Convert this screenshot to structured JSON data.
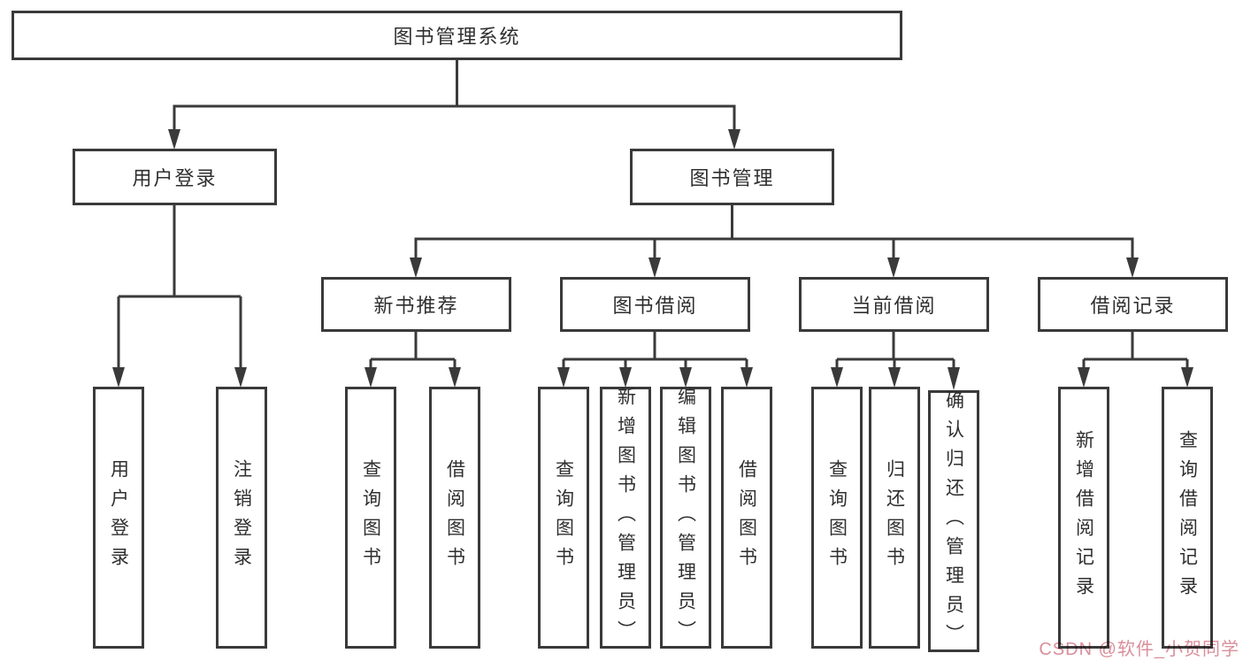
{
  "diagram": {
    "root": {
      "label": "图书管理系统"
    },
    "level2": [
      {
        "id": "user-login",
        "label": "用户登录"
      },
      {
        "id": "book-mgmt",
        "label": "图书管理"
      }
    ],
    "level3": [
      {
        "id": "new-book",
        "label": "新书推荐",
        "parent": "图书管理"
      },
      {
        "id": "book-borrow",
        "label": "图书借阅",
        "parent": "图书管理"
      },
      {
        "id": "current-borrow",
        "label": "当前借阅",
        "parent": "图书管理"
      },
      {
        "id": "borrow-record",
        "label": "借阅记录",
        "parent": "图书管理"
      }
    ],
    "leaves": [
      {
        "parent": "用户登录",
        "label": "用户登录"
      },
      {
        "parent": "用户登录",
        "label": "注销登录"
      },
      {
        "parent": "新书推荐",
        "label": "查询图书"
      },
      {
        "parent": "新书推荐",
        "label": "借阅图书"
      },
      {
        "parent": "图书借阅",
        "label": "查询图书"
      },
      {
        "parent": "图书借阅",
        "label": "新增图书（管理员）"
      },
      {
        "parent": "图书借阅",
        "label": "编辑图书（管理员）"
      },
      {
        "parent": "图书借阅",
        "label": "借阅图书"
      },
      {
        "parent": "当前借阅",
        "label": "查询图书"
      },
      {
        "parent": "当前借阅",
        "label": "归还图书"
      },
      {
        "parent": "当前借阅",
        "label": "确认归还（管理员）"
      },
      {
        "parent": "借阅记录",
        "label": "新增借阅记录"
      },
      {
        "parent": "借阅记录",
        "label": "查询借阅记录"
      }
    ],
    "watermark": {
      "text": "CSDN @软件_小贺同学",
      "color": "#d98f9b"
    },
    "colors": {
      "line": "#3a3a3a",
      "text": "#2f2f2f",
      "background": "#ffffff"
    }
  }
}
